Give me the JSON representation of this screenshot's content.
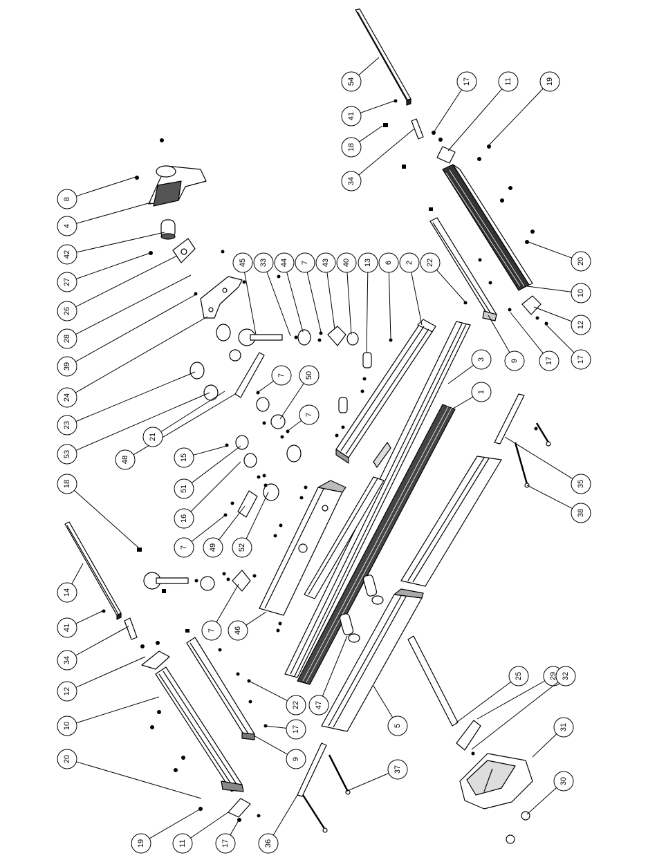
{
  "diagram": {
    "type": "exploded-parts-diagram",
    "callouts": [
      {
        "id": "c54",
        "label": "54"
      },
      {
        "id": "c41a",
        "label": "41"
      },
      {
        "id": "c18a",
        "label": "18"
      },
      {
        "id": "c34a",
        "label": "34"
      },
      {
        "id": "c17a",
        "label": "17"
      },
      {
        "id": "c11a",
        "label": "11"
      },
      {
        "id": "c19a",
        "label": "19"
      },
      {
        "id": "c8",
        "label": "8"
      },
      {
        "id": "c4",
        "label": "4"
      },
      {
        "id": "c42",
        "label": "42"
      },
      {
        "id": "c27",
        "label": "27"
      },
      {
        "id": "c26",
        "label": "26"
      },
      {
        "id": "c28",
        "label": "28"
      },
      {
        "id": "c39",
        "label": "39"
      },
      {
        "id": "c24",
        "label": "24"
      },
      {
        "id": "c23",
        "label": "23"
      },
      {
        "id": "c53",
        "label": "53"
      },
      {
        "id": "c48",
        "label": "48"
      },
      {
        "id": "c21",
        "label": "21"
      },
      {
        "id": "c45",
        "label": "45"
      },
      {
        "id": "c33",
        "label": "33"
      },
      {
        "id": "c44",
        "label": "44"
      },
      {
        "id": "c7a",
        "label": "7"
      },
      {
        "id": "c43",
        "label": "43"
      },
      {
        "id": "c40",
        "label": "40"
      },
      {
        "id": "c13",
        "label": "13"
      },
      {
        "id": "c6",
        "label": "6"
      },
      {
        "id": "c2",
        "label": "2"
      },
      {
        "id": "c22a",
        "label": "22"
      },
      {
        "id": "c20a",
        "label": "20"
      },
      {
        "id": "c10a",
        "label": "10"
      },
      {
        "id": "c12a",
        "label": "12"
      },
      {
        "id": "c9a",
        "label": "9"
      },
      {
        "id": "c17b",
        "label": "17"
      },
      {
        "id": "c17c",
        "label": "17"
      },
      {
        "id": "c3",
        "label": "3"
      },
      {
        "id": "c1",
        "label": "1"
      },
      {
        "id": "c7b",
        "label": "7"
      },
      {
        "id": "c50",
        "label": "50"
      },
      {
        "id": "c7c",
        "label": "7"
      },
      {
        "id": "c15",
        "label": "15"
      },
      {
        "id": "c51",
        "label": "51"
      },
      {
        "id": "c16",
        "label": "16"
      },
      {
        "id": "c7d",
        "label": "7"
      },
      {
        "id": "c49",
        "label": "49"
      },
      {
        "id": "c52",
        "label": "52"
      },
      {
        "id": "c35",
        "label": "35"
      },
      {
        "id": "c38",
        "label": "38"
      },
      {
        "id": "c18b",
        "label": "18"
      },
      {
        "id": "c14",
        "label": "14"
      },
      {
        "id": "c41b",
        "label": "41"
      },
      {
        "id": "c34b",
        "label": "34"
      },
      {
        "id": "c12b",
        "label": "12"
      },
      {
        "id": "c10b",
        "label": "10"
      },
      {
        "id": "c7e",
        "label": "7"
      },
      {
        "id": "c46",
        "label": "46"
      },
      {
        "id": "c22b",
        "label": "22"
      },
      {
        "id": "c47",
        "label": "47"
      },
      {
        "id": "c5",
        "label": "5"
      },
      {
        "id": "c25",
        "label": "25"
      },
      {
        "id": "c29",
        "label": "29"
      },
      {
        "id": "c32",
        "label": "32"
      },
      {
        "id": "c31",
        "label": "31"
      },
      {
        "id": "c30",
        "label": "30"
      },
      {
        "id": "c9b",
        "label": "9"
      },
      {
        "id": "c17d",
        "label": "17"
      },
      {
        "id": "c37",
        "label": "37"
      },
      {
        "id": "c20b",
        "label": "20"
      },
      {
        "id": "c19b",
        "label": "19"
      },
      {
        "id": "c11b",
        "label": "11"
      },
      {
        "id": "c17e",
        "label": "17"
      },
      {
        "id": "c36",
        "label": "36"
      }
    ]
  }
}
